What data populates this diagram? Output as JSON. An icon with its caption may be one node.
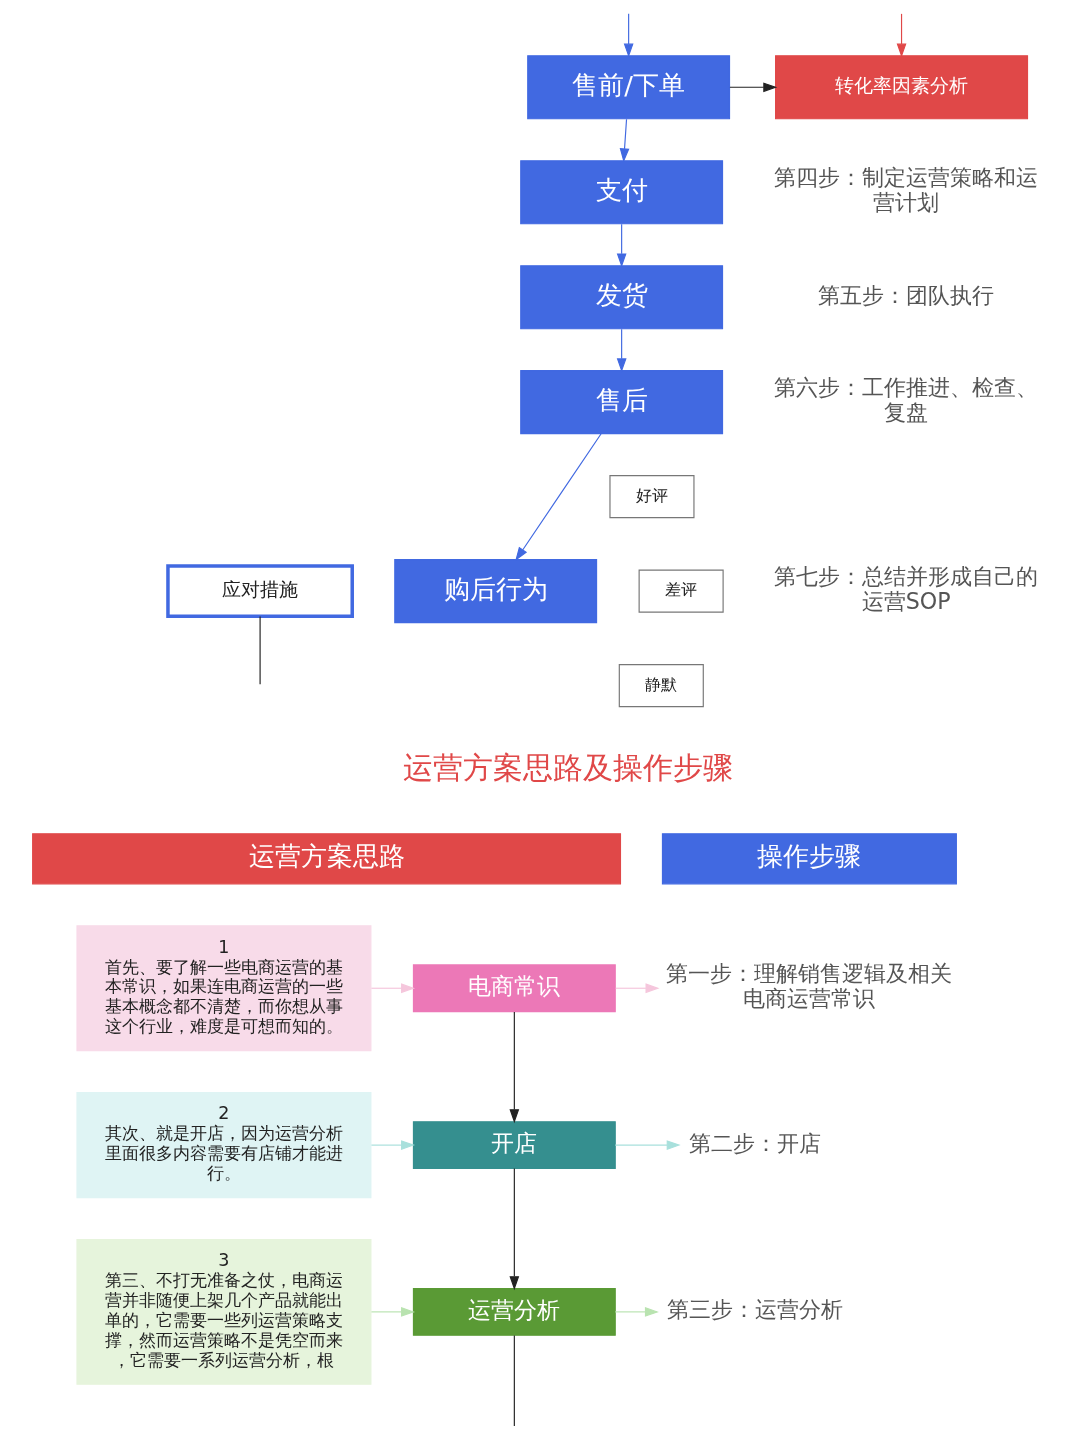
{
  "diagram": {
    "nodes": [
      {
        "text": [
          "售前/下单"
        ]
      },
      {
        "text": [
          "转化率因素分析"
        ]
      },
      {
        "text": [
          "支付"
        ]
      },
      {
        "text": [
          "发货"
        ]
      },
      {
        "text": [
          "售后"
        ]
      },
      {
        "text": [
          "购后行为"
        ]
      },
      {
        "text": [
          "好评"
        ]
      },
      {
        "text": [
          "差评"
        ]
      },
      {
        "text": [
          "静默"
        ]
      },
      {
        "text": [
          "应对措施"
        ]
      },
      {
        "text": [
          "运营方案思路"
        ]
      },
      {
        "text": [
          "操作步骤"
        ]
      },
      {
        "text": [
          "1",
          "首先、要了解一些电商运营的基本常识，如果连电商运营的一些基本概念都不清楚，而你想从事这个行业，难度是可想而知的。"
        ]
      },
      {
        "text": [
          "电商常识"
        ]
      },
      {
        "text": [
          "第一步：理解销售逻辑及相关电商运营常识"
        ]
      },
      {
        "text": [
          "2",
          "其次、就是开店，因为运营分析里面很多内容需要有店铺才能进行。"
        ]
      },
      {
        "text": [
          "开店"
        ]
      },
      {
        "text": [
          "第二步：开店"
        ]
      },
      {
        "text": [
          "3",
          "第三、不打无准备之仗，电商运营并非随便上架几个产品就能出单的，它需要一些列运营策略支撑，然而运营策略不是凭空而来，它需要一系列运营分析，根"
        ]
      },
      {
        "text": [
          "运营分析"
        ]
      },
      {
        "text": [
          "第三步：运营分析"
        ]
      }
    ],
    "edges": [
      {
        "from": null,
        "to": 0,
        "arrow": "to",
        "color": "#4169e1"
      },
      {
        "from": 0,
        "to": 1,
        "arrow": "to",
        "color": "#222222"
      },
      {
        "from": null,
        "to": 1,
        "arrow": "to",
        "color": "#e04848"
      },
      {
        "from": 0,
        "to": 2,
        "arrow": "to",
        "color": "#4169e1"
      },
      {
        "from": 2,
        "to": 3,
        "arrow": "to",
        "color": "#4169e1"
      },
      {
        "from": 3,
        "to": 4,
        "arrow": "to",
        "color": "#4169e1"
      },
      {
        "from": 4,
        "to": 5,
        "arrow": "to",
        "color": "#4169e1"
      },
      {
        "from": 9,
        "to": null,
        "arrow": "none",
        "color": "#222222"
      },
      {
        "from": 12,
        "to": 13,
        "arrow": "to",
        "color": "#f5c6dc"
      },
      {
        "from": 13,
        "to": 14,
        "arrow": "to",
        "color": "#f5c6dc"
      },
      {
        "from": 13,
        "to": 16,
        "arrow": "to",
        "color": "#222222"
      },
      {
        "from": 15,
        "to": 16,
        "arrow": "to",
        "color": "#a8e0dc"
      },
      {
        "from": 16,
        "to": 17,
        "arrow": "to",
        "color": "#a8e0dc"
      },
      {
        "from": 16,
        "to": 19,
        "arrow": "to",
        "color": "#222222"
      },
      {
        "from": 18,
        "to": 19,
        "arrow": "to",
        "color": "#b9e3b0"
      },
      {
        "from": 19,
        "to": 20,
        "arrow": "to",
        "color": "#b9e3b0"
      },
      {
        "from": 19,
        "to": null,
        "arrow": "none",
        "color": "#222222"
      }
    ],
    "labels": [
      "第四步：制定运营策略和运营计划",
      "第五步：团队执行",
      "第六步：工作推进、检查、复盘",
      "第七步：总结并形成自己的运营SOP",
      "运营方案思路及操作步骤"
    ]
  }
}
